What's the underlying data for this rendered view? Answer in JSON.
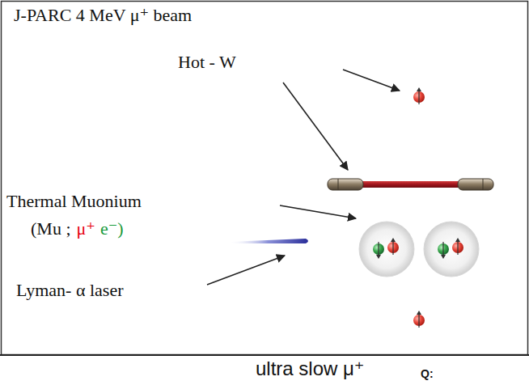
{
  "diagram": {
    "labels": [
      "J-PARC 4 MeV μ⁺ beam",
      "Hot - W",
      "Thermal Muonium",
      "(Mu ;",
      "μ⁺",
      "e⁻)",
      "Lyman- α laser",
      "ultra slow μ⁺",
      "Q:"
    ]
  }
}
